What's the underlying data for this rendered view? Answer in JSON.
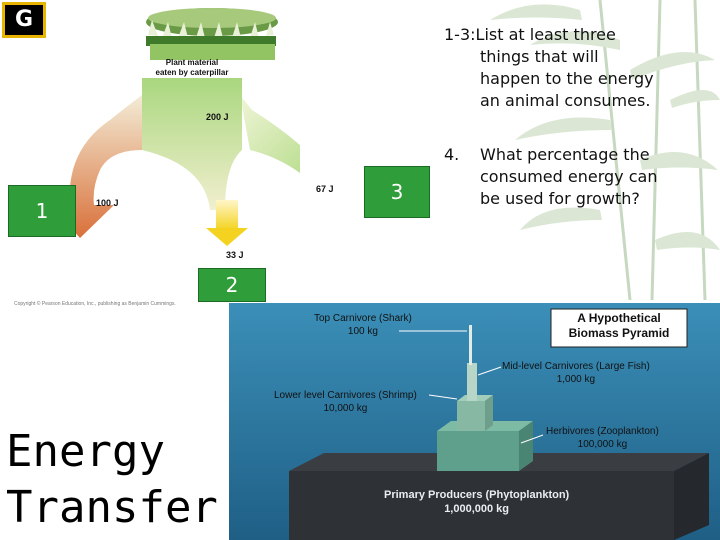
{
  "badge": {
    "letter": "G"
  },
  "flow_diagram": {
    "plant_label": [
      "Plant material",
      "eaten by caterpillar"
    ],
    "energy_in": "200 J",
    "growth": "33 J",
    "respiration": "67 J",
    "feces": "100 J",
    "boxes": [
      "1",
      "2",
      "3"
    ],
    "copyright": "Copyright © Pearson Education, Inc., publishing as Benjamin Cummings."
  },
  "questions": {
    "q1_number": "1-3:",
    "q1_lines": [
      "List at least three",
      "things that will",
      "happen to the energy",
      "an animal consumes."
    ],
    "q4_number": "4.",
    "q4_lines": [
      "What percentage the",
      "consumed energy  can",
      "be used for growth?"
    ]
  },
  "title": {
    "line1": "Energy",
    "line2": "Transfer"
  },
  "pyramid": {
    "title": [
      "A Hypothetical",
      "Biomass Pyramid"
    ],
    "top_carnivore": [
      "Top Carnivore (Shark)",
      "100 kg"
    ],
    "mid_carnivores": [
      "Mid-level Carnivores (Large Fish)",
      "1,000 kg"
    ],
    "lower_carnivores": [
      "Lower level Carnivores (Shrimp)",
      "10,000 kg"
    ],
    "herbivores": [
      "Herbivores (Zooplankton)",
      "100,000 kg"
    ],
    "producers": [
      "Primary Producers (Phytoplankton)",
      "1,000,000 kg"
    ]
  },
  "colors": {
    "badge_border": "#e7b500",
    "box_green": "#2f9e3a",
    "pyramid_bg": "#2f7fa6"
  }
}
